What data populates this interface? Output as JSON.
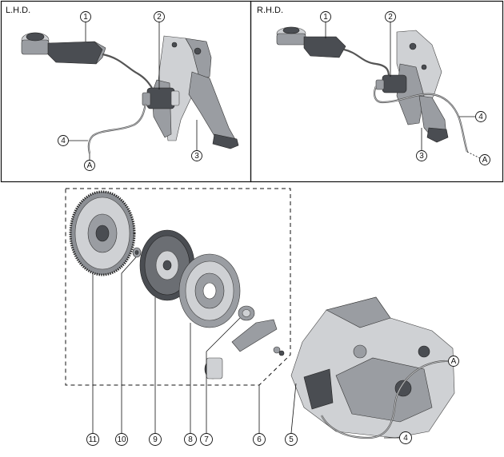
{
  "panels": {
    "lhd": {
      "label": "L.H.D."
    },
    "rhd": {
      "label": "R.H.D."
    }
  },
  "callouts": {
    "lhd_1": "1",
    "lhd_2": "2",
    "lhd_3": "3",
    "lhd_4": "4",
    "lhd_a": "A",
    "rhd_1": "1",
    "rhd_2": "2",
    "rhd_3": "3",
    "rhd_4": "4",
    "rhd_a": "A",
    "bottom_11": "11",
    "bottom_10": "10",
    "bottom_9": "9",
    "bottom_8": "8",
    "bottom_7": "7",
    "bottom_6": "6",
    "bottom_5": "5",
    "bottom_4": "4",
    "bottom_a": "A"
  }
}
